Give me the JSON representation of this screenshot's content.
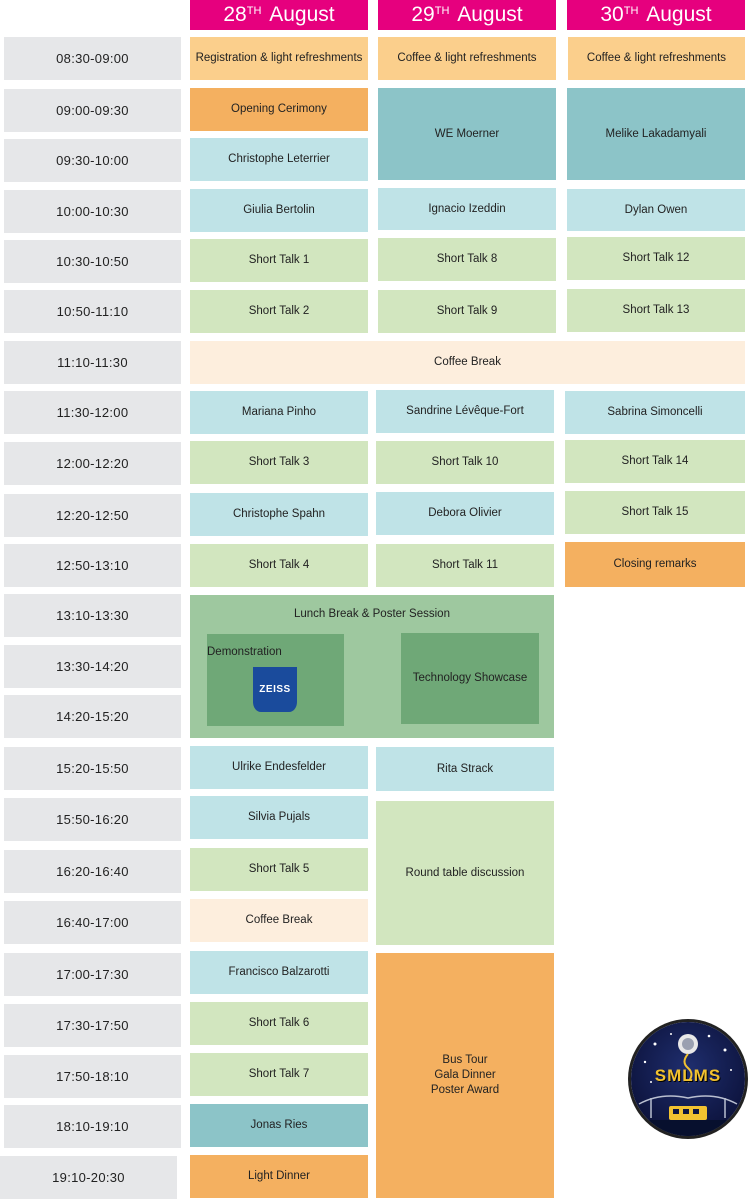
{
  "days": [
    {
      "num": "28",
      "sup": "TH",
      "month": "August"
    },
    {
      "num": "29",
      "sup": "TH",
      "month": "August"
    },
    {
      "num": "30",
      "sup": "TH",
      "month": "August"
    }
  ],
  "times": [
    "08:30-09:00",
    "09:00-09:30",
    "09:30-10:00",
    "10:00-10:30",
    "10:30-10:50",
    "10:50-11:10",
    "11:10-11:30",
    "11:30-12:00",
    "12:00-12:20",
    "12:20-12:50",
    "12:50-13:10",
    "13:10-13:30",
    "13:30-14:20",
    "14:20-15:20",
    "15:20-15:50",
    "15:50-16:20",
    "16:20-16:40",
    "16:40-17:00",
    "17:00-17:30",
    "17:30-17:50",
    "17:50-18:10",
    "18:10-19:10",
    "19:10-20:30"
  ],
  "col1": {
    "registration": "Registration & light refreshments",
    "opening": "Opening Cerimony",
    "leterrier": "Christophe Leterrier",
    "bertolin": "Giulia Bertolin",
    "st1": "Short Talk 1",
    "st2": "Short Talk 2",
    "pinho": "Mariana Pinho",
    "st3": "Short Talk 3",
    "spahn": "Christophe Spahn",
    "st4": "Short Talk 4",
    "endesfelder": "Ulrike Endesfelder",
    "pujals": "Silvia Pujals",
    "st5": "Short Talk 5",
    "coffee": "Coffee Break",
    "balzarotti": "Francisco Balzarotti",
    "st6": "Short Talk 6",
    "st7": "Short Talk 7",
    "ries": "Jonas Ries",
    "dinner": "Light Dinner"
  },
  "col2": {
    "coffee": "Coffee & light refreshments",
    "moerner": "WE Moerner",
    "izeddin": "Ignacio Izeddin",
    "st8": "Short Talk 8",
    "st9": "Short Talk 9",
    "leveque": "Sandrine Lévêque-Fort",
    "st10": "Short Talk 10",
    "olivier": "Debora Olivier",
    "st11": "Short Talk 11",
    "strack": "Rita Strack",
    "roundtable": "Round table discussion",
    "bus": "Bus Tour",
    "gala": "Gala Dinner",
    "poster": "Poster Award"
  },
  "col3": {
    "coffee": "Coffee & light refreshments",
    "lakadamyali": "Melike Lakadamyali",
    "owen": "Dylan Owen",
    "st12": "Short Talk 12",
    "st13": "Short Talk 13",
    "simoncelli": "Sabrina Simoncelli",
    "st14": "Short Talk 14",
    "st15": "Short Talk 15",
    "closing": "Closing remarks"
  },
  "shared": {
    "coffee_break": "Coffee Break",
    "lunch": "Lunch Break & Poster Session",
    "demonstration": "Demonstration",
    "zeiss": "ZEISS",
    "showcase": "Technology Showcase"
  },
  "logo": {
    "text": "SMLMS"
  },
  "colors": {
    "header": "#e6007e",
    "time": "#e6e7e9",
    "orange_light": "#fbcf8c",
    "orange": "#f4b060",
    "teal_dark": "#8cc4c8",
    "teal": "#bfe3e7",
    "green": "#d2e6bf",
    "peach": "#fdeedd",
    "lunch": "#9ec89f",
    "lunch_inner": "#6fa877"
  }
}
